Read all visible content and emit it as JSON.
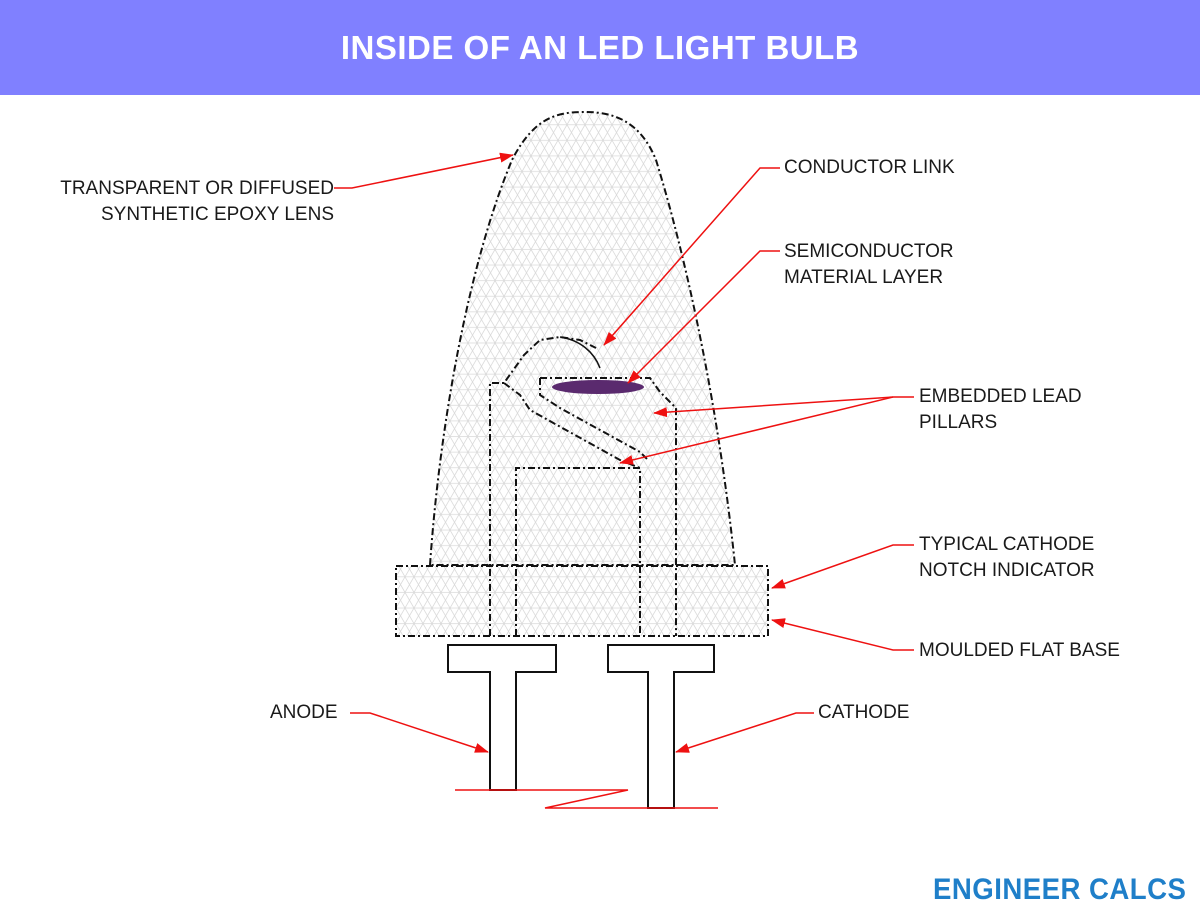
{
  "title": "INSIDE OF AN LED LIGHT BULB",
  "labels": {
    "lens_line1": "TRANSPARENT OR DIFFUSED",
    "lens_line2": "SYNTHETIC EPOXY LENS",
    "conductor_link": "CONDUCTOR LINK",
    "semi_line1": "SEMICONDUCTOR",
    "semi_line2": "MATERIAL LAYER",
    "pillars_line1": "EMBEDDED LEAD",
    "pillars_line2": "PILLARS",
    "notch_line1": "TYPICAL CATHODE",
    "notch_line2": "NOTCH INDICATOR",
    "base": "MOULDED FLAT BASE",
    "anode": "ANODE",
    "cathode": "CATHODE"
  },
  "brand": "ENGINEER CALCS",
  "colors": {
    "banner": "#8080ff",
    "leader": "#ee1111",
    "outline": "#111111",
    "semiconductor": "#5a2a6e",
    "brand": "#1f7fc9"
  }
}
